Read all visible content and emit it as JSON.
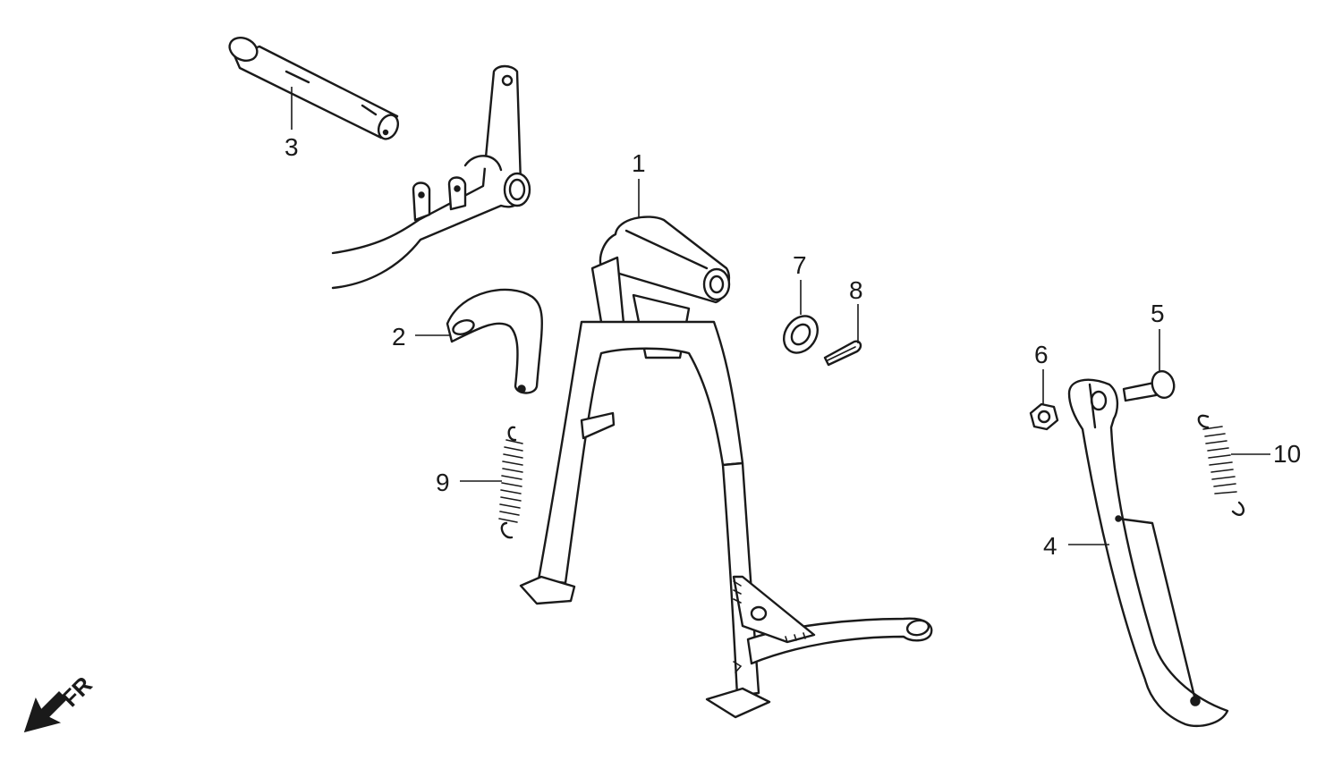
{
  "callouts": [
    {
      "id": "1",
      "text": "1"
    },
    {
      "id": "2",
      "text": "2"
    },
    {
      "id": "3",
      "text": "3"
    },
    {
      "id": "4",
      "text": "4"
    },
    {
      "id": "5",
      "text": "5"
    },
    {
      "id": "6",
      "text": "6"
    },
    {
      "id": "7",
      "text": "7"
    },
    {
      "id": "8",
      "text": "8"
    },
    {
      "id": "9",
      "text": "9"
    },
    {
      "id": "10",
      "text": "10"
    }
  ],
  "direction_marker": {
    "text": "FR",
    "icon": "arrow-down-left-icon"
  },
  "colors": {
    "ink": "#1a1a1a",
    "background": "#ffffff"
  }
}
